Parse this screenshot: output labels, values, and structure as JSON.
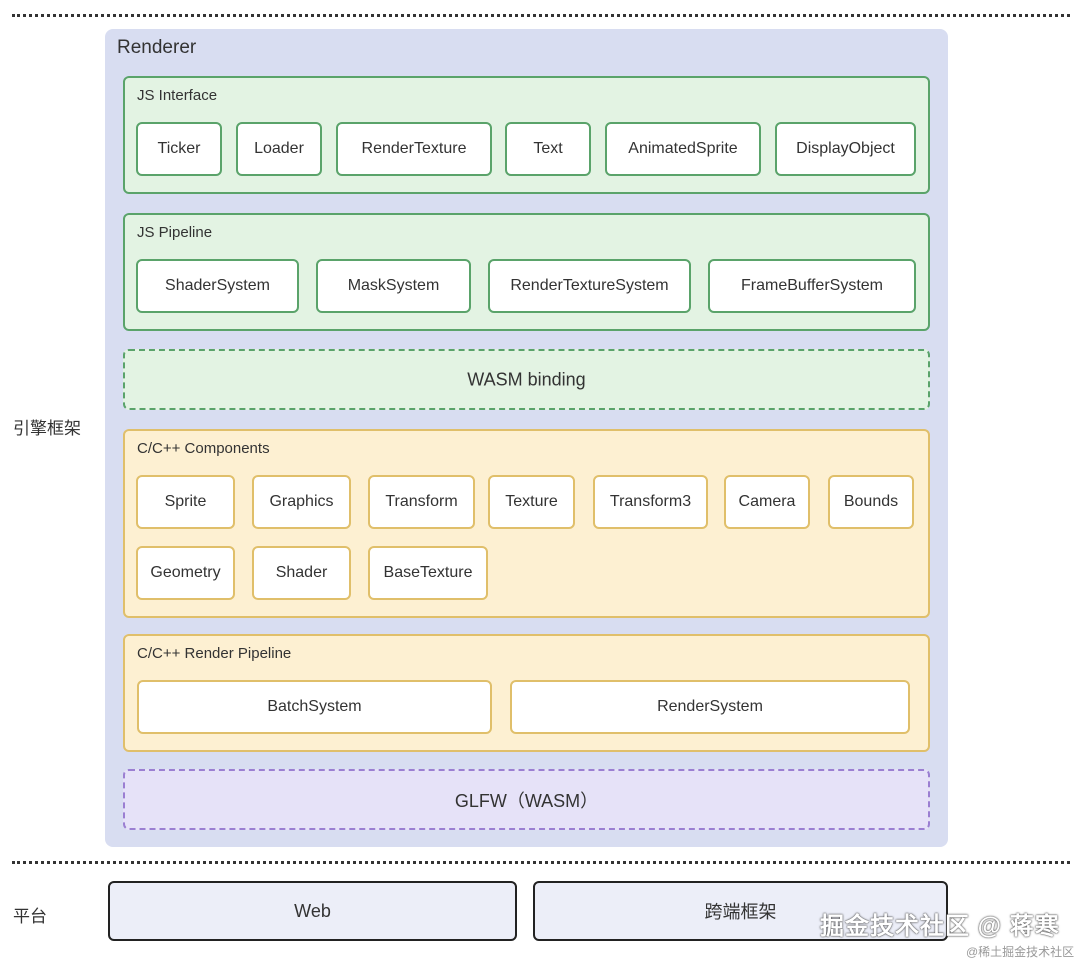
{
  "side_labels": {
    "engine": "引擎框架",
    "platform": "平台"
  },
  "renderer": {
    "title": "Renderer",
    "js_interface": {
      "title": "JS Interface",
      "items": [
        "Ticker",
        "Loader",
        "RenderTexture",
        "Text",
        "AnimatedSprite",
        "DisplayObject"
      ]
    },
    "js_pipeline": {
      "title": "JS Pipeline",
      "items": [
        "ShaderSystem",
        "MaskSystem",
        "RenderTextureSystem",
        "FrameBufferSystem"
      ]
    },
    "wasm_binding": "WASM binding",
    "cpp_components": {
      "title": "C/C++ Components",
      "items": [
        "Sprite",
        "Graphics",
        "Transform",
        "Texture",
        "Transform3",
        "Camera",
        "Bounds",
        "Geometry",
        "Shader",
        "BaseTexture"
      ]
    },
    "cpp_render_pipeline": {
      "title": "C/C++ Render Pipeline",
      "items": [
        "BatchSystem",
        "RenderSystem"
      ]
    },
    "glfw": "GLFW（WASM）"
  },
  "platforms": [
    "Web",
    "跨端框架"
  ],
  "watermark": {
    "main": "掘金技术社区 @ 蒋寒",
    "sub": "@稀土掘金技术社区"
  },
  "colors": {
    "renderer_bg": "#d8ddf1",
    "green_bg": "#e3f3e3",
    "green_border": "#5aa36a",
    "yellow_bg": "#fdf0d2",
    "yellow_border": "#e0bf6a",
    "purple_bg": "#e6e2f8",
    "purple_border": "#9b7fd2"
  }
}
